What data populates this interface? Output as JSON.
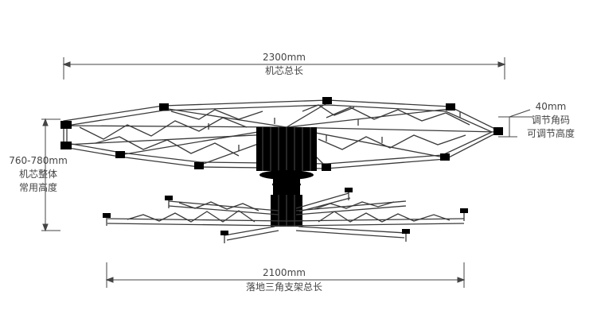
{
  "annotations": {
    "total_length": {
      "value": "2300mm",
      "caption": "机芯总长"
    },
    "corner_bracket": {
      "value": "40mm",
      "caption_line1": "调节角码",
      "caption_line2": "可调节高度"
    },
    "height": {
      "value": "760-780mm",
      "caption_line1": "机芯整体",
      "caption_line2": "常用高度"
    },
    "base_length": {
      "value": "2100mm",
      "caption": "落地三角支架总长"
    }
  },
  "colors": {
    "line": "#3a3a3a",
    "text": "#444444",
    "background": "#ffffff"
  }
}
